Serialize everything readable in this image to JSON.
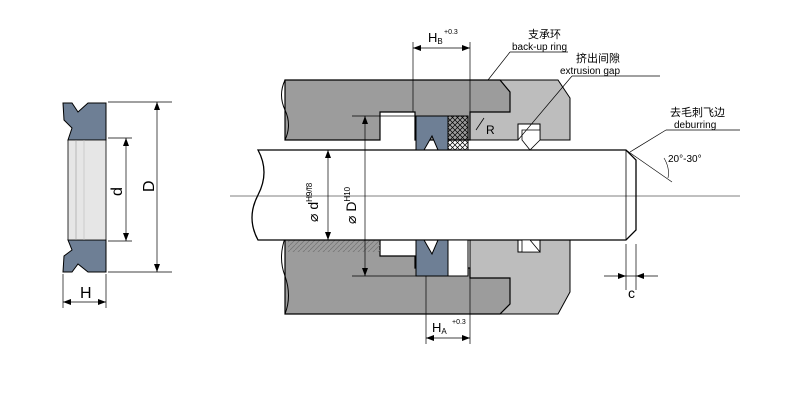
{
  "labels": {
    "h": "H",
    "d": "d",
    "D": "D",
    "hb_main": "H",
    "hb_sub": "B",
    "hb_tol": "+0.3",
    "ha_main": "H",
    "ha_sub": "A",
    "ha_tol": "+0.3",
    "backup_cn": "支承环",
    "backup_en": "back-up ring",
    "extrusion_cn": "挤出间隙",
    "extrusion_en": "extrusion gap",
    "deburr_cn": "去毛刺飞边",
    "deburr_en": "deburring",
    "angle": "20°-30°",
    "r": "R",
    "c": "c",
    "rod_d": "⌀ d",
    "rod_d_fit": "H9/f8",
    "bore_D": "⌀ D",
    "bore_D_fit": "H10"
  },
  "colors": {
    "housing": "#9c9c9c",
    "housing_light": "#bdbdbd",
    "seal": "#6e7f95",
    "backup_ring": "#ffffff",
    "line": "#000000"
  }
}
